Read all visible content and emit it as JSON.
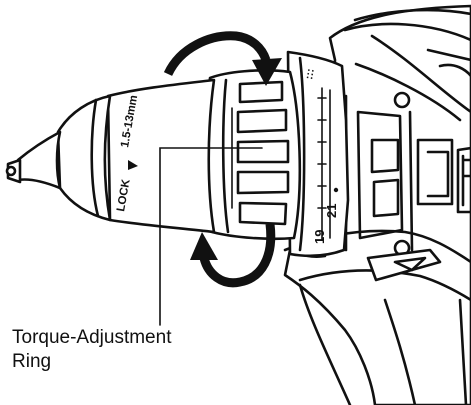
{
  "figure": {
    "label_line1": "Torque-Adjustment",
    "label_line2": "Ring",
    "chuck_size_marking": "1.5-13mm",
    "lock_marking": "LOCK",
    "torque_marking_low": "19",
    "torque_marking_mid": "21"
  }
}
